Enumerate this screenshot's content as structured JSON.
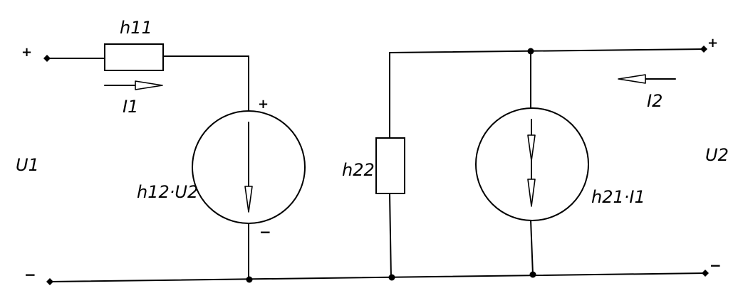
{
  "labels": {
    "h11": "h11",
    "h22": "h22",
    "h12u2": "h12·U2",
    "h21i1": "h21·I1",
    "i1": "I1",
    "i2": "I2",
    "u1": "U1",
    "u2": "U2"
  },
  "signs": {
    "plus": "+",
    "minus": "−"
  },
  "colors": {
    "line": "#000000",
    "background": "#ffffff"
  }
}
